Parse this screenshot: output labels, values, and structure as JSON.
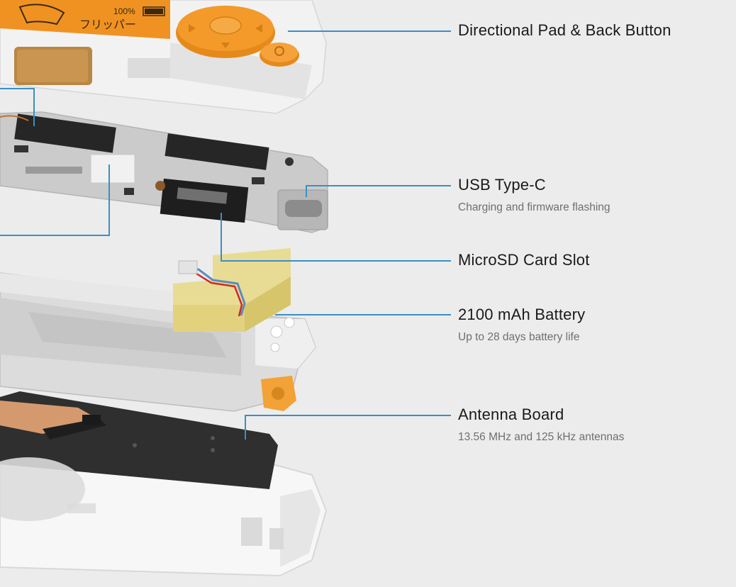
{
  "labels": {
    "dpad": {
      "title": "Directional Pad & Back Button"
    },
    "usb": {
      "title": "USB Type-C",
      "subtitle": "Charging and firmware flashing"
    },
    "microsd": {
      "title": "MicroSD Card Slot"
    },
    "battery": {
      "title": "2100 mAh Battery",
      "subtitle": "Up to 28 days battery life"
    },
    "antenna": {
      "title": "Antenna Board",
      "subtitle": "13.56 MHz and 125 kHz antennas"
    }
  },
  "screen_text": {
    "battery_percent": "100%",
    "greeting": "フリッパー"
  },
  "colors": {
    "background": "#ececec",
    "accent_orange": "#f2941e",
    "callout_line": "#3a8fc4",
    "pcb": "#c9c9c9",
    "antenna_board": "#2e2e2e",
    "battery_wrap": "#e8d98a"
  }
}
